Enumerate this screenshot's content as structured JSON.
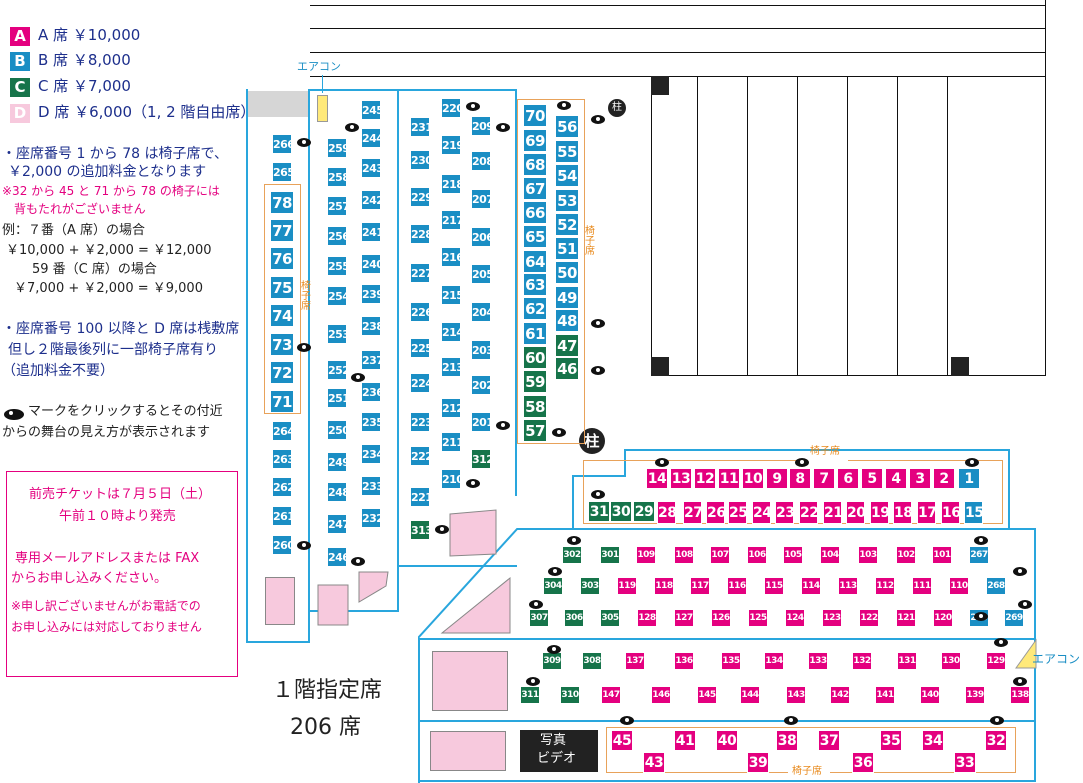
{
  "legend": [
    {
      "key": "A",
      "label": "A 席 ￥10,000",
      "color": "#e4007f"
    },
    {
      "key": "B",
      "label": "B 席 ￥8,000",
      "color": "#1a8ec4"
    },
    {
      "key": "C",
      "label": "C 席 ￥7,000",
      "color": "#16744a"
    },
    {
      "key": "D",
      "label": "D 席 ￥6,000（1, 2 階自由席）",
      "color": "#f7c9dd"
    }
  ],
  "notes": {
    "n1": "・座席番号 1 から 78 は椅子席で、",
    "n2": "￥2,000 の追加料金となります",
    "n3": "※32 から 45 と 71 から 78 の椅子には",
    "n4": "背もたれがございません",
    "n5": "例：７番（A 席）の場合",
    "n6": "￥10,000 + ￥2,000 = ￥12,000",
    "n7": "59 番（C 席）の場合",
    "n8": "￥7,000 + ￥2,000 = ￥9,000",
    "n9": "・座席番号 100 以降と D 席は桟敷席",
    "n10": "但し２階最後列に一部椅子席有り",
    "n11": "（追加料金不要）",
    "n12": "マークをクリックするとその付近",
    "n13": "からの舞台の見え方が表示されます"
  },
  "sales": {
    "s1": "前売チケットは７月５日（土）",
    "s2": "午前１０時より発売",
    "s3": "専用メールアドレスまたは FAX",
    "s4": "からお申し込みください。",
    "s5": "※申し訳ございませんがお電話での",
    "s6": "お申し込みには対応しておりません"
  },
  "labels": {
    "aircon_top": "エアコン",
    "aircon_right": "エアコン",
    "isu_left": "椅子席",
    "isu_mid": "椅子席",
    "isu_front": "椅子席",
    "isu_bottom": "椅子席",
    "pillar_top": "柱",
    "pillar_mid": "柱",
    "floor": "１階指定席",
    "count": "206 席",
    "photo1": "写真",
    "photo2": "ビデオ"
  },
  "seats": {
    "col1": [
      {
        "n": "266",
        "c": "B"
      },
      {
        "n": "265",
        "c": "B"
      },
      {
        "n": "78",
        "c": "B"
      },
      {
        "n": "77",
        "c": "B"
      },
      {
        "n": "76",
        "c": "B"
      },
      {
        "n": "75",
        "c": "B"
      },
      {
        "n": "74",
        "c": "B"
      },
      {
        "n": "73",
        "c": "B"
      },
      {
        "n": "72",
        "c": "B"
      },
      {
        "n": "71",
        "c": "B"
      },
      {
        "n": "264",
        "c": "B"
      },
      {
        "n": "263",
        "c": "B"
      },
      {
        "n": "262",
        "c": "B"
      },
      {
        "n": "261",
        "c": "B"
      },
      {
        "n": "260",
        "c": "B"
      }
    ],
    "col2": [
      {
        "n": "259",
        "c": "B"
      },
      {
        "n": "258",
        "c": "B"
      },
      {
        "n": "257",
        "c": "B"
      },
      {
        "n": "256",
        "c": "B"
      },
      {
        "n": "255",
        "c": "B"
      },
      {
        "n": "254",
        "c": "B"
      },
      {
        "n": "253",
        "c": "B"
      },
      {
        "n": "252",
        "c": "B"
      },
      {
        "n": "251",
        "c": "B"
      },
      {
        "n": "250",
        "c": "B"
      },
      {
        "n": "249",
        "c": "B"
      },
      {
        "n": "248",
        "c": "B"
      },
      {
        "n": "247",
        "c": "B"
      },
      {
        "n": "246",
        "c": "B"
      }
    ],
    "col3": [
      {
        "n": "245",
        "c": "B"
      },
      {
        "n": "244",
        "c": "B"
      },
      {
        "n": "243",
        "c": "B"
      },
      {
        "n": "242",
        "c": "B"
      },
      {
        "n": "241",
        "c": "B"
      },
      {
        "n": "240",
        "c": "B"
      },
      {
        "n": "239",
        "c": "B"
      },
      {
        "n": "238",
        "c": "B"
      },
      {
        "n": "237",
        "c": "B"
      },
      {
        "n": "236",
        "c": "B"
      },
      {
        "n": "235",
        "c": "B"
      },
      {
        "n": "234",
        "c": "B"
      },
      {
        "n": "233",
        "c": "B"
      },
      {
        "n": "232",
        "c": "B"
      }
    ],
    "col4": [
      {
        "n": "231",
        "c": "B"
      },
      {
        "n": "230",
        "c": "B"
      },
      {
        "n": "229",
        "c": "B"
      },
      {
        "n": "228",
        "c": "B"
      },
      {
        "n": "227",
        "c": "B"
      },
      {
        "n": "226",
        "c": "B"
      },
      {
        "n": "225",
        "c": "B"
      },
      {
        "n": "224",
        "c": "B"
      },
      {
        "n": "223",
        "c": "B"
      },
      {
        "n": "222",
        "c": "B"
      },
      {
        "n": "221",
        "c": "B"
      },
      {
        "n": "313",
        "c": "C"
      }
    ],
    "col5": [
      {
        "n": "220",
        "c": "B"
      },
      {
        "n": "219",
        "c": "B"
      },
      {
        "n": "218",
        "c": "B"
      },
      {
        "n": "217",
        "c": "B"
      },
      {
        "n": "216",
        "c": "B"
      },
      {
        "n": "215",
        "c": "B"
      },
      {
        "n": "214",
        "c": "B"
      },
      {
        "n": "213",
        "c": "B"
      },
      {
        "n": "212",
        "c": "B"
      },
      {
        "n": "211",
        "c": "B"
      },
      {
        "n": "210",
        "c": "B"
      }
    ],
    "col6": [
      {
        "n": "209",
        "c": "B"
      },
      {
        "n": "208",
        "c": "B"
      },
      {
        "n": "207",
        "c": "B"
      },
      {
        "n": "206",
        "c": "B"
      },
      {
        "n": "205",
        "c": "B"
      },
      {
        "n": "204",
        "c": "B"
      },
      {
        "n": "203",
        "c": "B"
      },
      {
        "n": "202",
        "c": "B"
      },
      {
        "n": "201",
        "c": "B"
      },
      {
        "n": "312",
        "c": "C"
      }
    ],
    "col7": [
      {
        "n": "70",
        "c": "B"
      },
      {
        "n": "69",
        "c": "B"
      },
      {
        "n": "68",
        "c": "B"
      },
      {
        "n": "67",
        "c": "B"
      },
      {
        "n": "66",
        "c": "B"
      },
      {
        "n": "65",
        "c": "B"
      },
      {
        "n": "64",
        "c": "B"
      },
      {
        "n": "63",
        "c": "B"
      },
      {
        "n": "62",
        "c": "B"
      },
      {
        "n": "61",
        "c": "B"
      },
      {
        "n": "60",
        "c": "C"
      },
      {
        "n": "59",
        "c": "C"
      },
      {
        "n": "58",
        "c": "C"
      },
      {
        "n": "57",
        "c": "C"
      }
    ],
    "col8": [
      {
        "n": "56",
        "c": "B"
      },
      {
        "n": "55",
        "c": "B"
      },
      {
        "n": "54",
        "c": "B"
      },
      {
        "n": "53",
        "c": "B"
      },
      {
        "n": "52",
        "c": "B"
      },
      {
        "n": "51",
        "c": "B"
      },
      {
        "n": "50",
        "c": "B"
      },
      {
        "n": "49",
        "c": "B"
      },
      {
        "n": "48",
        "c": "B"
      },
      {
        "n": "47",
        "c": "C"
      },
      {
        "n": "46",
        "c": "C"
      }
    ],
    "row1": [
      {
        "n": "14",
        "c": "A"
      },
      {
        "n": "13",
        "c": "A"
      },
      {
        "n": "12",
        "c": "A"
      },
      {
        "n": "11",
        "c": "A"
      },
      {
        "n": "10",
        "c": "A"
      },
      {
        "n": "9",
        "c": "A"
      },
      {
        "n": "8",
        "c": "A"
      },
      {
        "n": "7",
        "c": "A"
      },
      {
        "n": "6",
        "c": "A"
      },
      {
        "n": "5",
        "c": "A"
      },
      {
        "n": "4",
        "c": "A"
      },
      {
        "n": "3",
        "c": "A"
      },
      {
        "n": "2",
        "c": "A"
      },
      {
        "n": "1",
        "c": "B"
      }
    ],
    "row2": [
      {
        "n": "31",
        "c": "C"
      },
      {
        "n": "30",
        "c": "C"
      },
      {
        "n": "29",
        "c": "C"
      },
      {
        "n": "28",
        "c": "A"
      },
      {
        "n": "27",
        "c": "A"
      },
      {
        "n": "26",
        "c": "A"
      },
      {
        "n": "25",
        "c": "A"
      },
      {
        "n": "24",
        "c": "A"
      },
      {
        "n": "23",
        "c": "A"
      },
      {
        "n": "22",
        "c": "A"
      },
      {
        "n": "21",
        "c": "A"
      },
      {
        "n": "20",
        "c": "A"
      },
      {
        "n": "19",
        "c": "A"
      },
      {
        "n": "18",
        "c": "A"
      },
      {
        "n": "17",
        "c": "A"
      },
      {
        "n": "16",
        "c": "A"
      },
      {
        "n": "15",
        "c": "B"
      }
    ],
    "row3": [
      {
        "n": "302",
        "c": "C"
      },
      {
        "n": "301",
        "c": "C"
      },
      {
        "n": "109",
        "c": "A"
      },
      {
        "n": "108",
        "c": "A"
      },
      {
        "n": "107",
        "c": "A"
      },
      {
        "n": "106",
        "c": "A"
      },
      {
        "n": "105",
        "c": "A"
      },
      {
        "n": "104",
        "c": "A"
      },
      {
        "n": "103",
        "c": "A"
      },
      {
        "n": "102",
        "c": "A"
      },
      {
        "n": "101",
        "c": "A"
      },
      {
        "n": "267",
        "c": "B"
      }
    ],
    "row4": [
      {
        "n": "304",
        "c": "C"
      },
      {
        "n": "303",
        "c": "C"
      },
      {
        "n": "119",
        "c": "A"
      },
      {
        "n": "118",
        "c": "A"
      },
      {
        "n": "117",
        "c": "A"
      },
      {
        "n": "116",
        "c": "A"
      },
      {
        "n": "115",
        "c": "A"
      },
      {
        "n": "114",
        "c": "A"
      },
      {
        "n": "113",
        "c": "A"
      },
      {
        "n": "112",
        "c": "A"
      },
      {
        "n": "111",
        "c": "A"
      },
      {
        "n": "110",
        "c": "A"
      },
      {
        "n": "268",
        "c": "B"
      }
    ],
    "row5": [
      {
        "n": "307",
        "c": "C"
      },
      {
        "n": "306",
        "c": "C"
      },
      {
        "n": "305",
        "c": "C"
      },
      {
        "n": "128",
        "c": "A"
      },
      {
        "n": "127",
        "c": "A"
      },
      {
        "n": "126",
        "c": "A"
      },
      {
        "n": "125",
        "c": "A"
      },
      {
        "n": "124",
        "c": "A"
      },
      {
        "n": "123",
        "c": "A"
      },
      {
        "n": "122",
        "c": "A"
      },
      {
        "n": "121",
        "c": "A"
      },
      {
        "n": "120",
        "c": "A"
      },
      {
        "n": "270",
        "c": "B"
      },
      {
        "n": "269",
        "c": "B"
      }
    ],
    "row6": [
      {
        "n": "309",
        "c": "C"
      },
      {
        "n": "308",
        "c": "C"
      },
      {
        "n": "137",
        "c": "A"
      },
      {
        "n": "136",
        "c": "A"
      },
      {
        "n": "135",
        "c": "A"
      },
      {
        "n": "134",
        "c": "A"
      },
      {
        "n": "133",
        "c": "A"
      },
      {
        "n": "132",
        "c": "A"
      },
      {
        "n": "131",
        "c": "A"
      },
      {
        "n": "130",
        "c": "A"
      },
      {
        "n": "129",
        "c": "A"
      }
    ],
    "row7": [
      {
        "n": "311",
        "c": "C"
      },
      {
        "n": "310",
        "c": "C"
      },
      {
        "n": "147",
        "c": "A"
      },
      {
        "n": "146",
        "c": "A"
      },
      {
        "n": "145",
        "c": "A"
      },
      {
        "n": "144",
        "c": "A"
      },
      {
        "n": "143",
        "c": "A"
      },
      {
        "n": "142",
        "c": "A"
      },
      {
        "n": "141",
        "c": "A"
      },
      {
        "n": "140",
        "c": "A"
      },
      {
        "n": "139",
        "c": "A"
      },
      {
        "n": "138",
        "c": "A"
      }
    ],
    "row8top": [
      {
        "n": "45",
        "c": "A"
      },
      {
        "n": "41",
        "c": "A"
      },
      {
        "n": "40",
        "c": "A"
      },
      {
        "n": "38",
        "c": "A"
      },
      {
        "n": "37",
        "c": "A"
      },
      {
        "n": "35",
        "c": "A"
      },
      {
        "n": "34",
        "c": "A"
      },
      {
        "n": "32",
        "c": "A"
      }
    ],
    "row8bot": [
      {
        "n": "43",
        "c": "A"
      },
      {
        "n": "39",
        "c": "A"
      },
      {
        "n": "36",
        "c": "A"
      },
      {
        "n": "33",
        "c": "A"
      }
    ]
  }
}
